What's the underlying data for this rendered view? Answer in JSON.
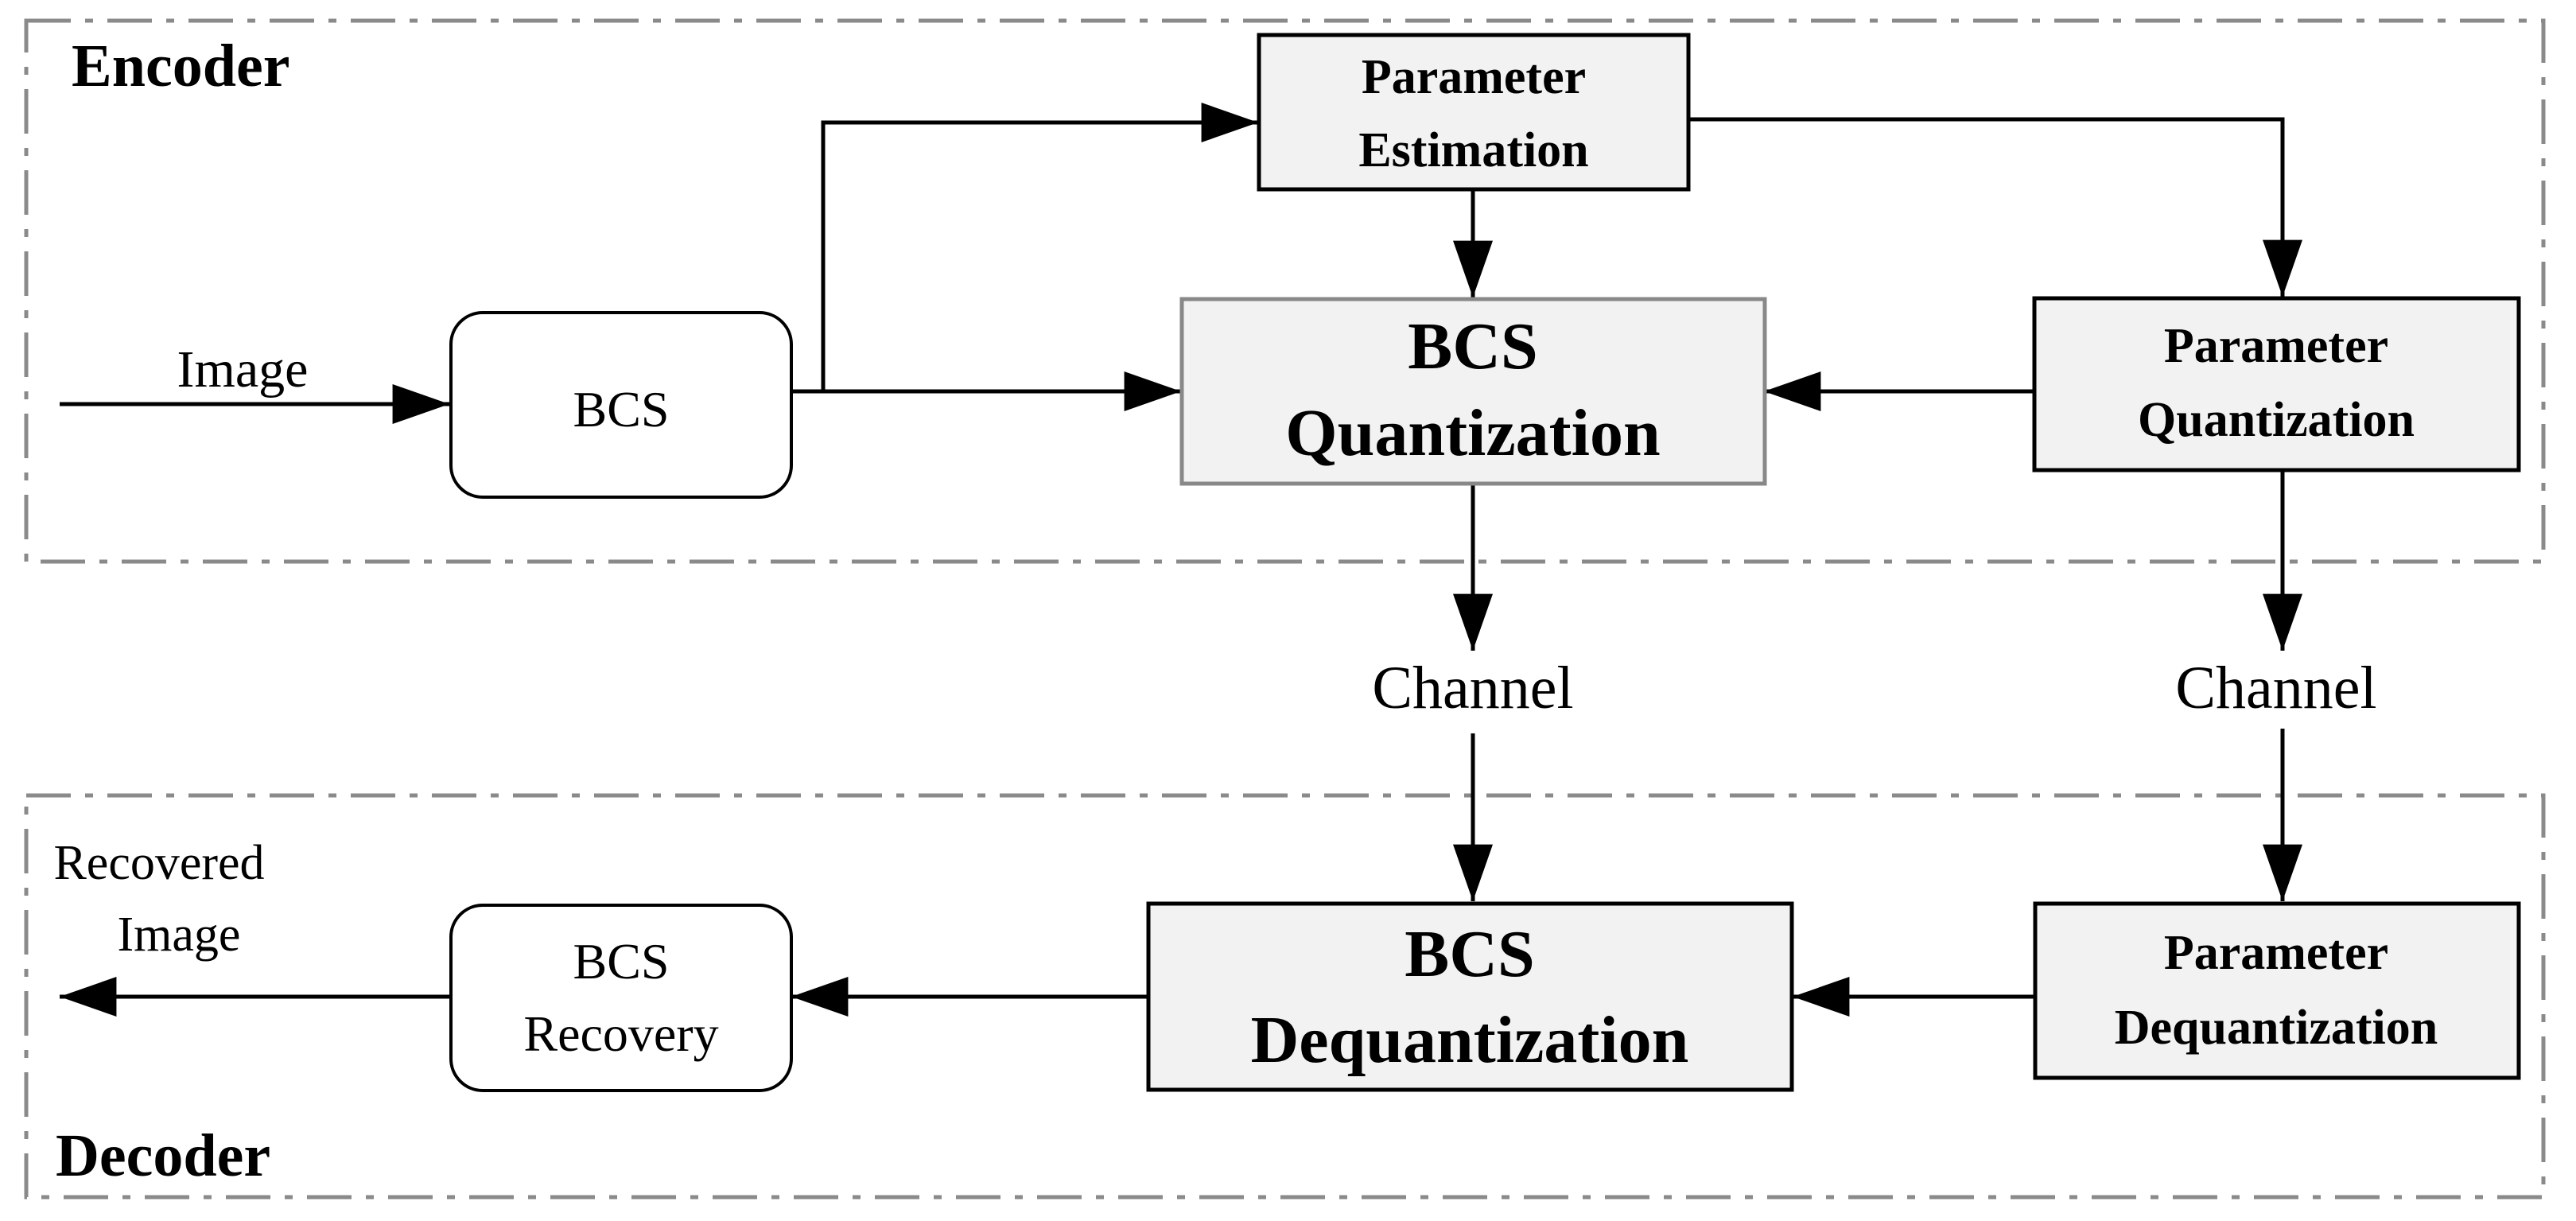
{
  "regions": {
    "encoder": {
      "title": "Encoder"
    },
    "decoder": {
      "title": "Decoder"
    }
  },
  "blocks": {
    "bcs": {
      "lines": [
        "BCS"
      ]
    },
    "parameter_estimation": {
      "lines": [
        "Parameter",
        "Estimation"
      ]
    },
    "bcs_quantization": {
      "lines": [
        "BCS",
        "Quantization"
      ]
    },
    "parameter_quantization": {
      "lines": [
        "Parameter",
        "Quantization"
      ]
    },
    "bcs_dequantization": {
      "lines": [
        "BCS",
        "Dequantization"
      ]
    },
    "parameter_dequantization": {
      "lines": [
        "Parameter",
        "Dequantization"
      ]
    },
    "bcs_recovery": {
      "lines": [
        "BCS",
        "Recovery"
      ]
    }
  },
  "labels": {
    "image_in": "Image",
    "channel_left": "Channel",
    "channel_right": "Channel",
    "recovered_image": [
      "Recovered",
      "Image"
    ]
  },
  "colors": {
    "block_fill": "#f2f2f2",
    "region_border": "#8a8a8a",
    "line": "#000000"
  }
}
